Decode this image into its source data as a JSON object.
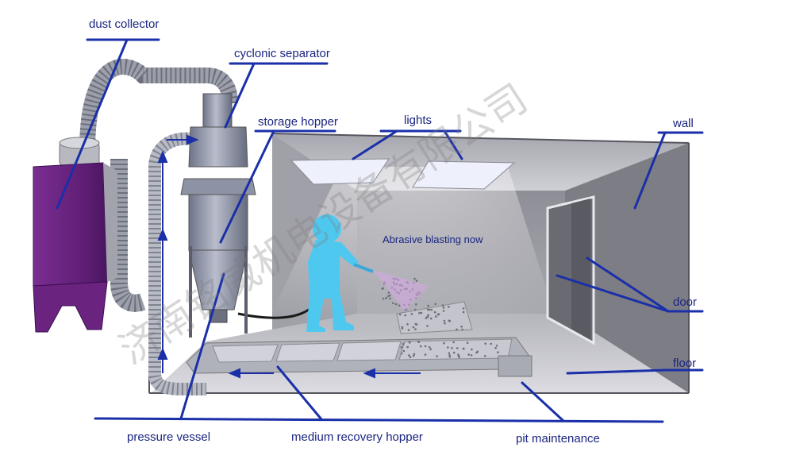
{
  "labels": {
    "dust_collector": "dust collector",
    "cyclonic_separator": "cyclonic separator",
    "storage_hopper": "storage hopper",
    "lights": "lights",
    "wall": "wall",
    "door": "door",
    "floor": "floor",
    "pressure_vessel": "pressure vessel",
    "medium_recovery_hopper": "medium recovery hopper",
    "pit_maintenance": "pit maintenance",
    "status": "Abrasive blasting now"
  },
  "watermark": "济南铭威机电设备有限公司",
  "colors": {
    "leader_line": "#1a2fa8",
    "label_text": "#1a2580",
    "dust_collector": "#6a2480",
    "operator": "#4fc8f0",
    "room_wall": "#8a8a90",
    "floor": "#c6c6cc",
    "equipment": "#8e94a6"
  }
}
